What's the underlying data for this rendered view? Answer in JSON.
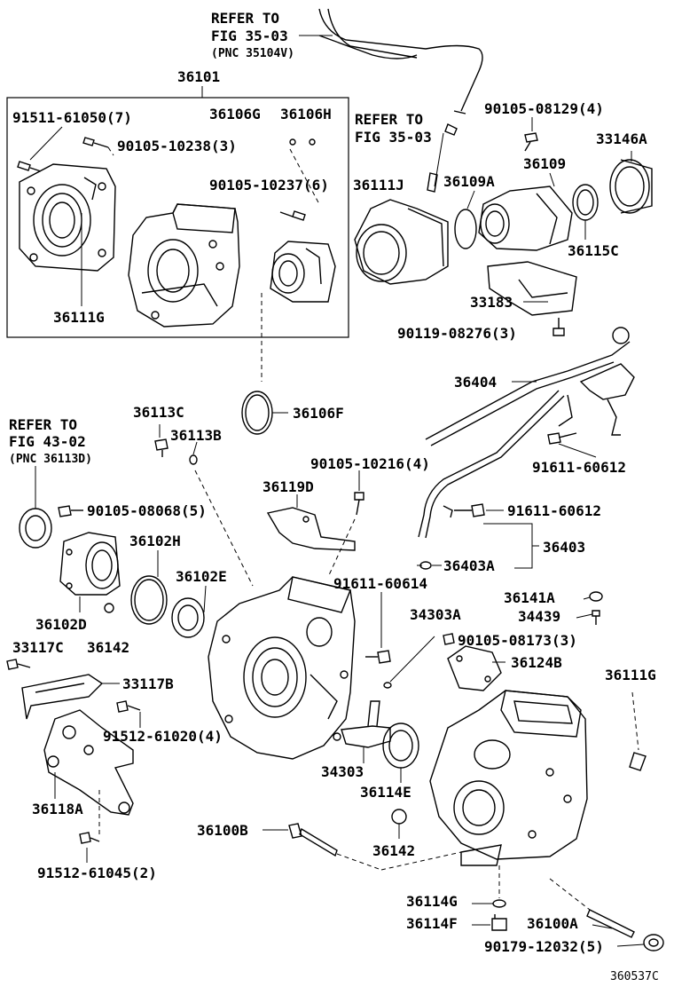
{
  "diagram_id": "360537C",
  "reference_notes": {
    "refer_35_03_top": [
      "REFER TO",
      "FIG 35-03",
      "(PNC 35104V)"
    ],
    "refer_35_03_mid": [
      "REFER TO",
      "FIG 35-03"
    ],
    "refer_43_02": [
      "REFER TO",
      "FIG 43-02",
      "(PNC 36113D)"
    ]
  },
  "labels": {
    "p36101": "36101",
    "p91511_61050": "91511-61050(7)",
    "p90105_10238": "90105-10238(3)",
    "p36106G": "36106G",
    "p36106H": "36106H",
    "p90105_10237": "90105-10237(6)",
    "p36111G_left": "36111G",
    "p36111J": "36111J",
    "p36109A": "36109A",
    "p90105_08129": "90105-08129(4)",
    "p36109": "36109",
    "p33146A": "33146A",
    "p36115C": "36115C",
    "p33183": "33183",
    "p90119_08276": "90119-08276(3)",
    "p36404": "36404",
    "p91611_60612_a": "91611-60612",
    "p91611_60612_b": "91611-60612",
    "p36106F": "36106F",
    "p36113C": "36113C",
    "p36113B": "36113B",
    "p90105_10216": "90105-10216(4)",
    "p36119D": "36119D",
    "p90105_08068": "90105-08068(5)",
    "p36102H": "36102H",
    "p36403": "36403",
    "p36403A": "36403A",
    "p36102E": "36102E",
    "p91611_60614": "91611-60614",
    "p36102D": "36102D",
    "p33117C": "33117C",
    "p36142_left": "36142",
    "p36141A": "36141A",
    "p34439": "34439",
    "p34303A": "34303A",
    "p90105_08173": "90105-08173(3)",
    "p36124B": "36124B",
    "p36111G_right": "36111G",
    "p33117B": "33117B",
    "p91512_61020": "91512-61020(4)",
    "p34303": "34303",
    "p36114E": "36114E",
    "p36118A": "36118A",
    "p36100B": "36100B",
    "p36142_bottom": "36142",
    "p91512_61045": "91512-61045(2)",
    "p36114G": "36114G",
    "p36114F": "36114F",
    "p36100A": "36100A",
    "p90179_12032": "90179-12032(5)"
  }
}
